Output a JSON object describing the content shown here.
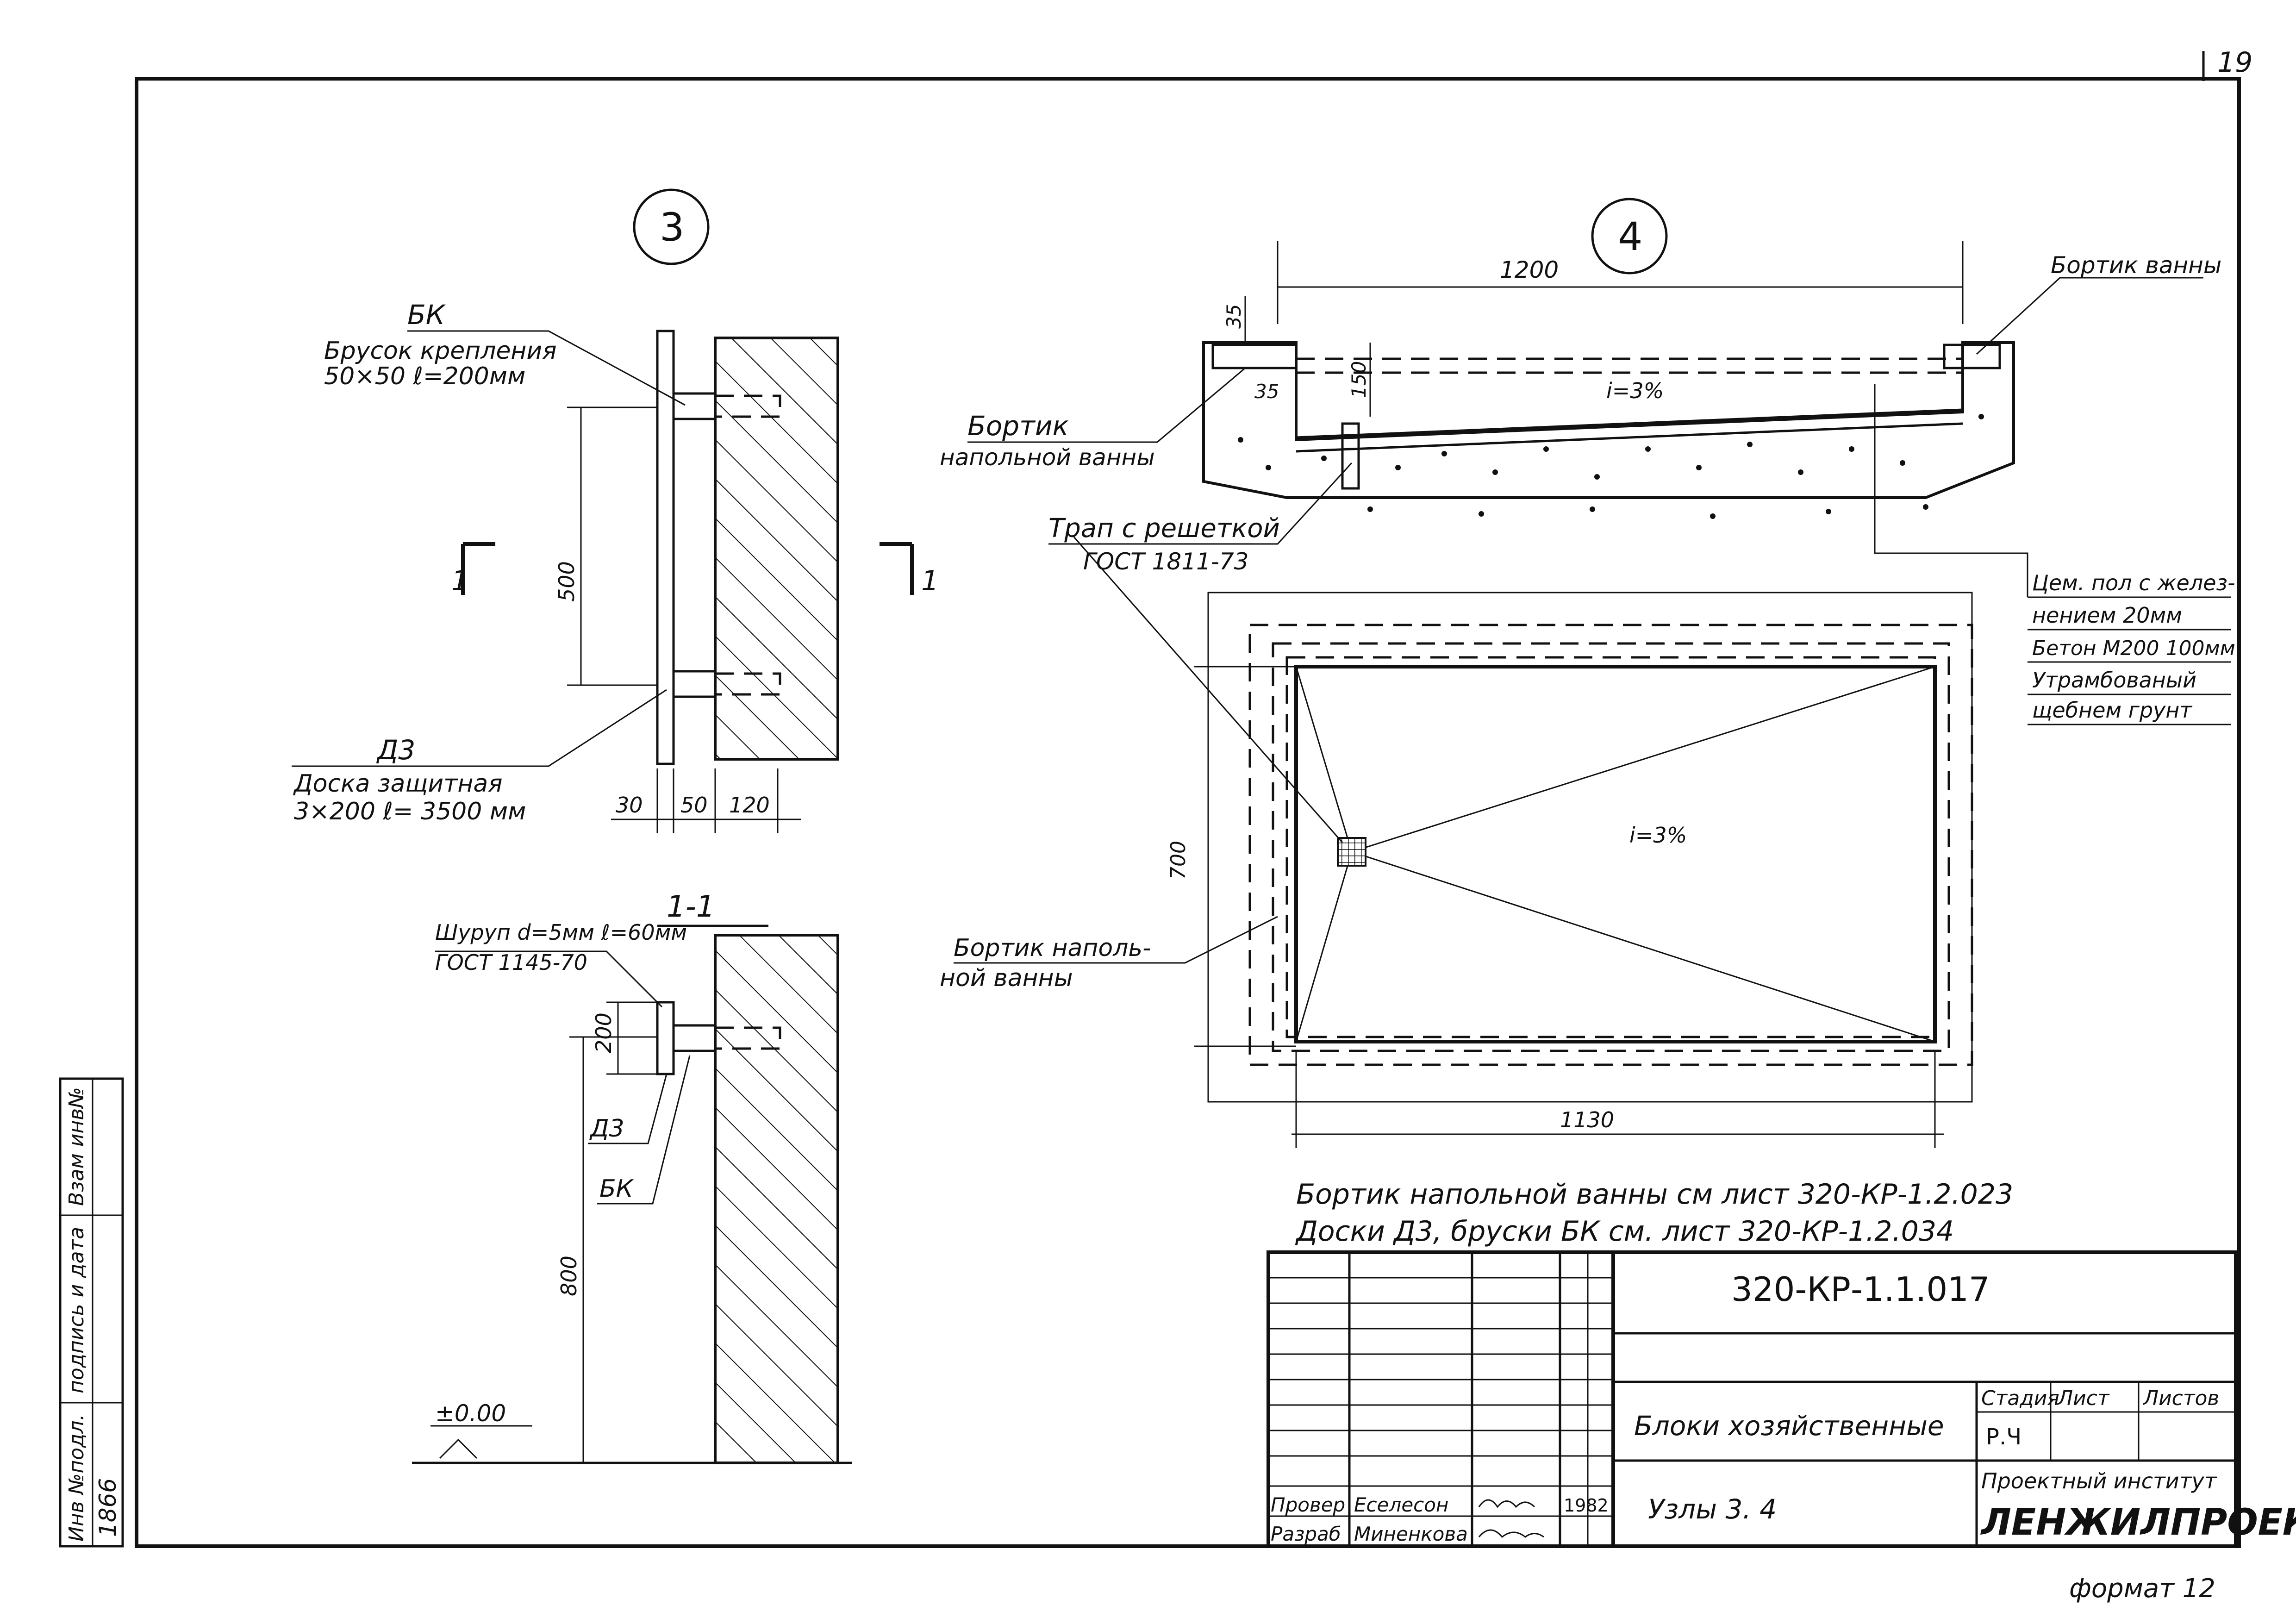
{
  "sheet": {
    "page_number": "19",
    "format_label": "формат 12"
  },
  "side_stamp": {
    "inv_podl": "Инв №подл.",
    "podpis_data": "подпись и дата",
    "vzam_inv": "Взам инв№",
    "inv_value": "1866"
  },
  "node3": {
    "marker": "3",
    "bk_code": "БК",
    "bk_line1": "Брусок крепления",
    "bk_line2": "50×50   ℓ=200мм",
    "d3_code": "Д3",
    "d3_line1": "Доска защитная",
    "d3_line2": "3×200   ℓ= 3500 мм",
    "dim_500": "500",
    "dim_30": "30",
    "dim_50": "50",
    "dim_120": "120",
    "section_mark_left": "1",
    "section_mark_right": "1"
  },
  "section_1_1": {
    "title": "1-1",
    "screw_line1": "Шуруп d=5мм ℓ=60мм",
    "screw_line2": "ГОСТ  1145-70",
    "dim_200": "200",
    "d3_label": "Д3",
    "bk_label": "БК",
    "dim_800": "800",
    "level": "±0.00"
  },
  "node4": {
    "marker": "4",
    "dim_1200": "1200",
    "dim_35_top": "35",
    "dim_35_side": "35",
    "dim_150": "150",
    "slope_section": "i=3%",
    "bortik_vanny": "Бортик ванны",
    "bortik_napol_line1": "Бортик",
    "bortik_napol_line2": "напольной ванны",
    "trap_line1": "Трап с решеткой",
    "trap_line2": "ГОСТ 1811-73",
    "layer1_line1": "Цем. пол с желез-",
    "layer1_line2": "нением     20мм",
    "layer2": "Бетон М200 100мм",
    "layer3_line1": "Утрамбованый",
    "layer3_line2": "щебнем грунт",
    "dim_700": "700",
    "dim_1130": "1130",
    "slope_plan": "i=3%",
    "bortik_plan_line1": "Бортик наполь-",
    "bortik_plan_line2": "ной ванны"
  },
  "notes": {
    "line1": "Бортик напольной ванны см  лист 320-КР-1.2.023",
    "line2": "Доски Д3, бруски БК  см. лист  320-КР-1.2.034"
  },
  "title_block": {
    "code": "320-КР-1.1.017",
    "name": "Блоки хозяйственные",
    "sheet_title": "Узлы 3. 4",
    "col_stage": "Стадия",
    "col_sheet": "Лист",
    "col_sheets": "Листов",
    "stage_value": "Р.Ч",
    "institute_line1": "Проектный институт",
    "institute_line2": "ЛЕНЖИЛПРОЕКТ",
    "role_check": "Провер",
    "role_dev": "Разраб",
    "name_check": "Еселесон",
    "name_dev": "Миненкова",
    "year": "1982"
  }
}
